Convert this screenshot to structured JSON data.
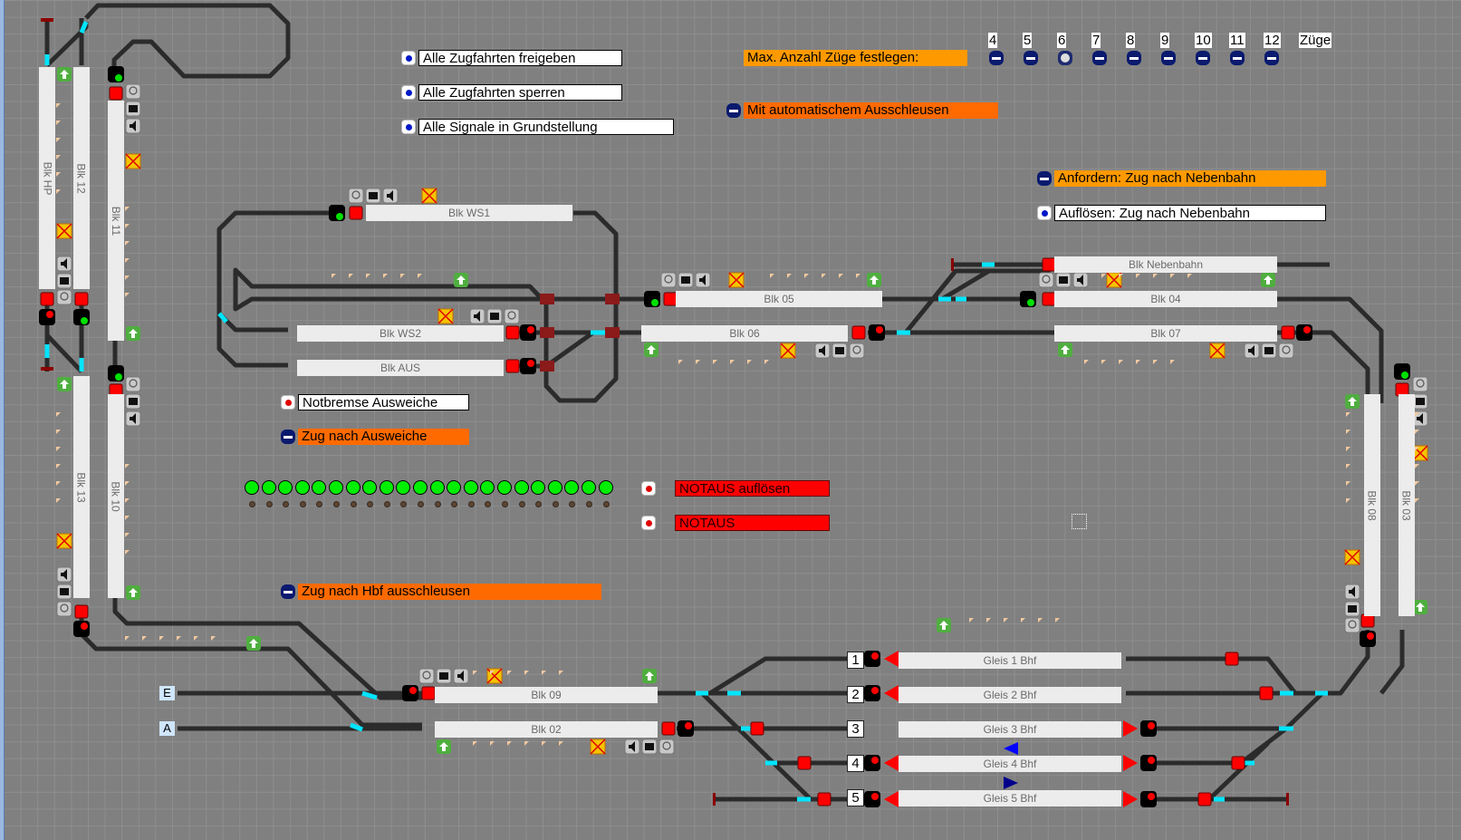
{
  "controls": {
    "release_all": {
      "label": "Alle Zugfahrten freigeben",
      "type": "dot"
    },
    "lock_all": {
      "label": "Alle Zugfahrten sperren",
      "type": "dot"
    },
    "signals_reset": {
      "label": "Alle Signale in Grundstellung",
      "type": "dot"
    },
    "max_trains_label": "Max. Anzahl Züge festlegen:",
    "auto_exit": {
      "label": "Mit automatischem Ausschleusen",
      "type": "minus"
    },
    "request_branch": {
      "label": "Anfordern: Zug nach Nebenbahn",
      "type": "minus"
    },
    "release_branch": {
      "label": "Auflösen: Zug nach Nebenbahn",
      "type": "dot"
    },
    "emergency_brake_siding": {
      "label": "Notbremse Ausweiche",
      "type": "dot-red"
    },
    "train_to_siding": {
      "label": "Zug nach Ausweiche",
      "type": "minus"
    },
    "notaus_release": {
      "label": "NOTAUS auflösen",
      "type": "dot-red"
    },
    "notaus": {
      "label": "NOTAUS",
      "type": "dot-red"
    },
    "train_to_hbf": {
      "label": "Zug nach Hbf ausschleusen",
      "type": "minus"
    }
  },
  "max_trains": {
    "options": [
      "4",
      "5",
      "6",
      "7",
      "8",
      "9",
      "10",
      "11",
      "12"
    ],
    "suffix": "Züge",
    "selected": "6"
  },
  "blocks": [
    {
      "id": "blk-hp",
      "label": "Blk HP"
    },
    {
      "id": "blk-12",
      "label": "Blk 12"
    },
    {
      "id": "blk-11",
      "label": "Blk 11"
    },
    {
      "id": "blk-13",
      "label": "Blk 13"
    },
    {
      "id": "blk-10",
      "label": "Blk 10"
    },
    {
      "id": "blk-ws1",
      "label": "Blk WS1"
    },
    {
      "id": "blk-ws2",
      "label": "Blk WS2"
    },
    {
      "id": "blk-aus",
      "label": "Blk AUS"
    },
    {
      "id": "blk-05",
      "label": "Blk 05"
    },
    {
      "id": "blk-06",
      "label": "Blk 06"
    },
    {
      "id": "blk-nebenbahn",
      "label": "Blk Nebenbahn"
    },
    {
      "id": "blk-04",
      "label": "Blk 04"
    },
    {
      "id": "blk-07",
      "label": "Blk 07"
    },
    {
      "id": "blk-08",
      "label": "Blk 08"
    },
    {
      "id": "blk-03",
      "label": "Blk 03"
    },
    {
      "id": "blk-09",
      "label": "Blk 09"
    },
    {
      "id": "blk-02",
      "label": "Blk 02"
    },
    {
      "id": "gleis-1",
      "label": "Gleis 1 Bhf"
    },
    {
      "id": "gleis-2",
      "label": "Gleis 2 Bhf"
    },
    {
      "id": "gleis-3",
      "label": "Gleis 3 Bhf"
    },
    {
      "id": "gleis-4",
      "label": "Gleis 4 Bhf"
    },
    {
      "id": "gleis-5",
      "label": "Gleis 5 Bhf"
    }
  ],
  "platform_numbers": [
    "1",
    "2",
    "3",
    "4",
    "5"
  ],
  "entry_labels": {
    "entry": "E",
    "exit": "A"
  },
  "status_leds": {
    "count": 22,
    "state": "green"
  },
  "colors": {
    "signal_red": "#ff0000",
    "signal_green": "#00e000",
    "switch_active": "#00e5ff",
    "led_green": "#00ee00",
    "track": "#2b2b2b"
  }
}
